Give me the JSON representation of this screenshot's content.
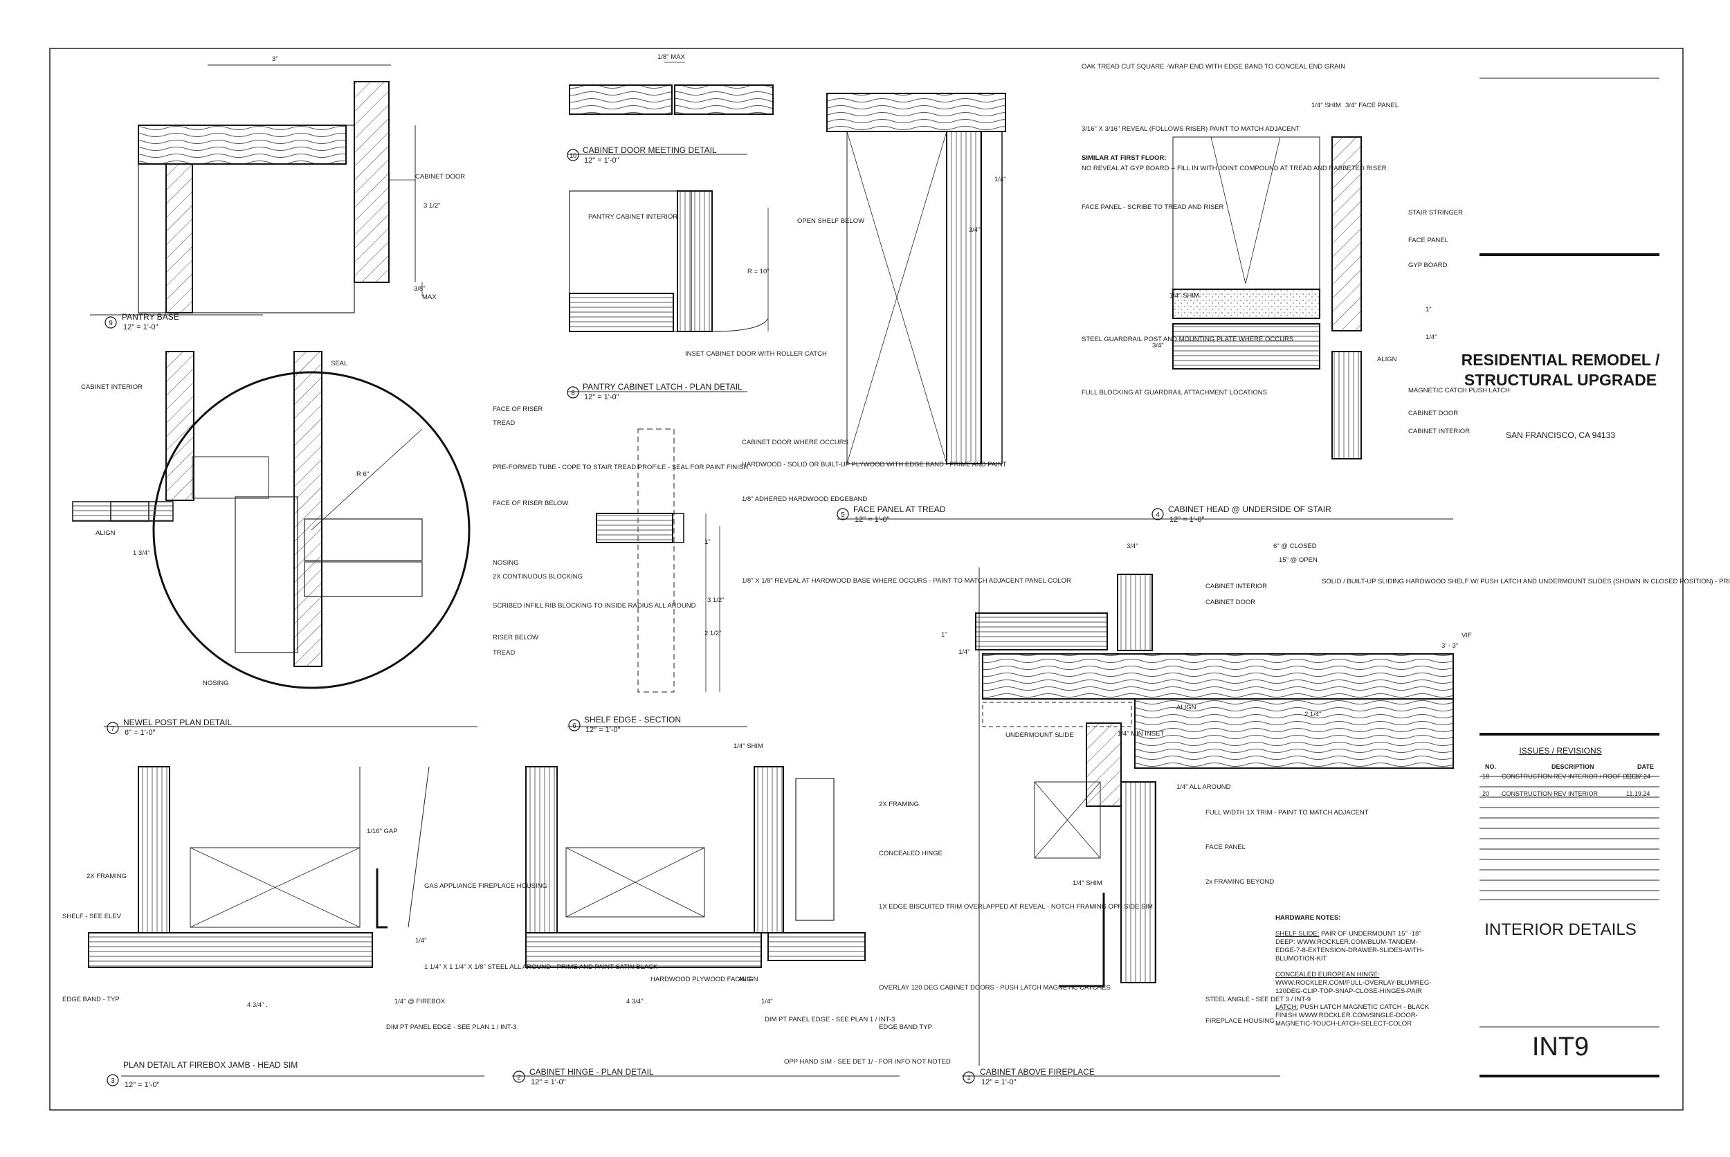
{
  "title_block": {
    "project_title": "RESIDENTIAL REMODEL / STRUCTURAL UPGRADE",
    "location": "SAN FRANCISCO, CA  94133",
    "sheet_name": "INTERIOR DETAILS",
    "sheet_number": "INT9"
  },
  "revisions": {
    "heading": "ISSUES / REVISIONS",
    "columns": [
      "NO.",
      "DESCRIPTION",
      "DATE"
    ],
    "rows": [
      {
        "no": "18",
        "description": "CONSTRUCTION REV INTERIOR / ROOF DECK",
        "date": "10.17.24"
      },
      {
        "no": "20",
        "description": "CONSTRUCTION REV INTERIOR",
        "date": "11.19.24"
      }
    ]
  },
  "hardware_notes": {
    "heading": "HARDWARE NOTES:",
    "shelf_slide_label": "SHELF SLIDE:",
    "shelf_slide_text": " PAIR OF UNDERMOUNT 15\" -18\" DEEP: WWW.ROCKLER.COM/BLUM-TANDEM-EDGE-7-8-EXTENSION-DRAWER-SLIDES-WITH-BLUMOTION-KIT",
    "hinge_label": "CONCEALED EUROPEAN HINGE:",
    "hinge_text": "WWW.ROCKLER.COM/FULL-OVERLAY-BLUMREG-120DEG-CLIP-TOP-SNAP-CLOSE-HINGES-PAIR",
    "latch_label": "LATCH:",
    "latch_text": " PUSH LATCH MAGNETIC CATCH - BLACK FINISH  WWW.ROCKLER.COM/SINGLE-DOOR-MAGNETIC-TOUCH-LATCH-SELECT-COLOR"
  },
  "details": {
    "d9": {
      "number": "9",
      "title": "PANTRY BASE",
      "scale": "12\" = 1'-0\""
    },
    "d10": {
      "number": "10",
      "title": "CABINET DOOR MEETING DETAIL",
      "scale": "12\" = 1'-0\""
    },
    "d8": {
      "number": "8",
      "title": "PANTRY CABINET LATCH - PLAN DETAIL",
      "scale": "12\" = 1'-0\""
    },
    "d7": {
      "number": "7",
      "title": "NEWEL POST PLAN DETAIL",
      "scale": "6\" = 1'-0\""
    },
    "d6": {
      "number": "6",
      "title": "SHELF EDGE - SECTION",
      "scale": "12\" = 1'-0\""
    },
    "d5": {
      "number": "5",
      "title": "FACE PANEL AT TREAD",
      "scale": "12\" = 1'-0\""
    },
    "d4": {
      "number": "4",
      "title": "CABINET HEAD @ UNDERSIDE OF STAIR",
      "scale": "12\" = 1'-0\""
    },
    "d3": {
      "number": "3",
      "title": "PLAN DETAIL AT FIREBOX JAMB - HEAD SIM",
      "scale": "12\" = 1'-0\""
    },
    "d2": {
      "number": "2",
      "title": "CABINET HINGE - PLAN DETAIL",
      "scale": "12\" = 1'-0\""
    },
    "d1": {
      "number": "1",
      "title": "CABINET ABOVE FIREPLACE",
      "scale": "12\" = 1'-0\""
    }
  },
  "notes": {
    "d9": {
      "cabinet_door": "CABINET DOOR",
      "dim_3": "3\"",
      "dim_3_5": "3 1/2\"",
      "dim_38": "3/8\"",
      "max": "MAX"
    },
    "d10": {
      "max_gap": "1/8\" MAX"
    },
    "d8": {
      "interior": "PANTRY CABINET INTERIOR",
      "open_shelf": "OPEN SHELF BELOW",
      "inset": "INSET CABINET DOOR WITH ROLLER CATCH",
      "radius": "R = 10\""
    },
    "d7": {
      "cabinet_interior": "CABINET INTERIOR",
      "seal": "SEAL",
      "face_riser": "FACE OF RISER",
      "tread": "TREAD",
      "tube": "PRE-FORMED TUBE - COPE TO STAIR TREAD PROFILE - SEAL FOR PAINT FINISH",
      "face_riser_below": "FACE OF RISER BELOW",
      "nosing": "NOSING",
      "blocking": "2X CONTINUOUS BLOCKING",
      "infill": "SCRIBED INFILL RIB BLOCKING TO INSIDE RADIUS  ALL AROUND",
      "riser_below": "RISER BELOW",
      "tread2": "TREAD",
      "nosing2": "NOSING",
      "align": "ALIGN",
      "dim": "1 3/4\"",
      "r6": "R 6\""
    },
    "d6": {
      "door": "CABINET DOOR WHERE OCCURS",
      "hardwood": "HARDWOOD - SOLID OR BUILT-UP PLYWOOD WITH EDGE BAND - PRIME AND PAINT",
      "edgeband": "1/8\" ADHERED HARDWOOD EDGEBAND",
      "reveal": "1/8\" X 1/8\" REVEAL AT HARDWOOD BASE WHERE OCCURS - PAINT TO MATCH ADJACENT PANEL COLOR",
      "d1": "1\"",
      "d35": "3 1/2\"",
      "d25": "2 1/2\""
    },
    "d5": {
      "oak": "OAK TREAD CUT SQUARE -WRAP END WITH EDGE BAND TO CONCEAL END GRAIN",
      "reveal": "3/16\" X 3/16\" REVEAL (FOLLOWS RISER) PAINT TO MATCH ADJACENT",
      "similar_label": "SIMILAR AT FIRST FLOOR:",
      "similar": "NO REVEAL AT GYP BOARD -- FILL IN WITH JOINT COMPOUND AT TREAD AND RABBETED RISER",
      "face_panel": "FACE PANEL - SCRIBE TO TREAD AND RISER",
      "steel": "STEEL GUARDRAIL POST AND MOUNTING PLATE WHERE OCCURS",
      "blocking": "FULL BLOCKING AT GUARDRAIL ATTACHMENT LOCATIONS",
      "d14": "1/4\"",
      "d34": "3/4\""
    },
    "d4": {
      "shim": "1/4\" SHIM",
      "face_panel_top": "3/4\" FACE PANEL",
      "stringer": "STAIR STRINGER",
      "face_panel": "FACE PANEL",
      "gyp": "GYP BOARD",
      "catch": "MAGNETIC CATCH PUSH LATCH",
      "door": "CABINET DOOR",
      "interior": "CABINET INTERIOR",
      "d1": "1\"",
      "d14": "1/4\"",
      "d34": "3/4\"",
      "align": "ALIGN",
      "shim_v": "1/4\" SHIM"
    },
    "d3": {
      "framing": "2X FRAMING",
      "shelf": "SHELF - SEE ELEV",
      "edge_band": "EDGE BAND - TYP",
      "gap": "1/16\" GAP",
      "gas": "GAS APPLIANCE FIREPLACE HOUSING",
      "steel": "1 1/4\" X  1 1/4\" X 1/8\" STEEL ALL AROUND - PRIME AND PAINT SATIN BLACK",
      "firebox": "1/4\" @ FIREBOX",
      "dim_pt": "DIM PT PANEL EDGE - SEE PLAN 1 / INT-3",
      "d434": "4 3/4\" .",
      "d14": "1/4\""
    },
    "d2": {
      "shim": "1/4\" SHIM",
      "framing": "2X FRAMING",
      "hinge": "CONCEALED HINGE",
      "trim": "1X EDGE BISCUITED TRIM OVERLAPPED AT REVEAL - NOTCH FRAMING OPP SIDE SIM",
      "overlay": "OVERLAY 120 DEG CABINET DOORS - PUSH LATCH MAGNETIC CATCHES",
      "edge_band": "EDGE BAND TYP",
      "plywood": "HARDWOOD PLYWOOD FACING",
      "align": "ALIGN",
      "d14": "1/4\"",
      "dim_pt": "DIM PT PANEL EDGE - SEE PLAN 1 / INT-3",
      "d434": "4 3/4\" .",
      "opp": "OPP HAND SIM - SEE DET 1/ - FOR INFO NOT NOTED"
    },
    "d1": {
      "d34": "3/4\"",
      "closed": "6\"  @ CLOSED",
      "open": "15\" @ OPEN",
      "interior": "CABINET INTERIOR",
      "door": "CABINET DOOR",
      "shelf": "SOLID / BUILT-UP SLIDING HARDWOOD SHELF W/ PUSH LATCH AND UNDERMOUNT SLIDES (SHOWN IN CLOSED POSITION) - PRIME AND PAINT",
      "vif": "VIF",
      "d33": "3' - 3\"",
      "slide": "UNDERMOUNT SLIDE",
      "inset": "1/4\" MIN INSET",
      "trim": "FULL WIDTH 1X  TRIM - PAINT TO MATCH ADJACENT",
      "face_panel": "FACE PANEL",
      "framing": "2x FRAMING BEYOND",
      "shim": "1/4\" SHIM",
      "angle": "STEEL ANGLE - SEE DET 3 / INT-9",
      "housing": "FIREPLACE HOUSING",
      "align": "ALIGN",
      "around": "1/4\" ALL AROUND",
      "d1": "1\"",
      "d14": "1/4\"",
      "d214": "2 1/4\""
    }
  }
}
